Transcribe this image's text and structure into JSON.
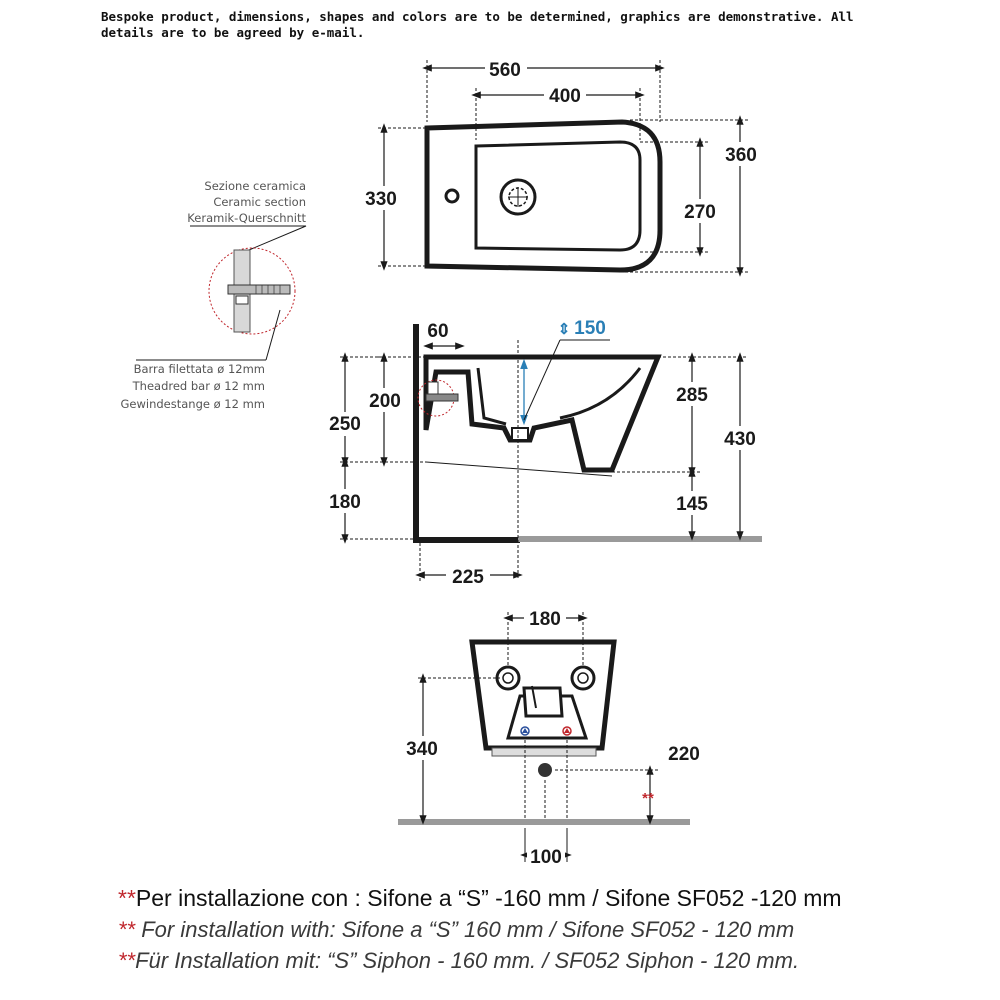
{
  "disclaimer": "Bespoke product, dimensions, shapes and colors are to be determined, graphics are demonstrative. All details are to be agreed by e-mail.",
  "top_view": {
    "width_total": "560",
    "width_inner": "400",
    "depth_total": "360",
    "depth_inner": "270",
    "height_left": "330"
  },
  "section_note": {
    "line1": "Sezione ceramica",
    "line2": "Ceramic section",
    "line3": "Keramik-Querschnitt"
  },
  "bar_note": {
    "line1": "Barra filettata ø 12mm",
    "line2": "Theadred bar ø 12 mm",
    "line3": "Gewindestange ø 12 mm"
  },
  "side_view": {
    "dim_60": "60",
    "dim_150": "150",
    "dim_150_arrow": "⇕",
    "dim_200": "200",
    "dim_250": "250",
    "dim_180": "180",
    "dim_285": "285",
    "dim_430": "430",
    "dim_145": "145",
    "dim_225": "225"
  },
  "front_view": {
    "dim_180": "180",
    "dim_340": "340",
    "dim_220": "220",
    "dim_100": "100",
    "stars": "**"
  },
  "footer": {
    "stars": "**",
    "it": "Per installazione con : Sifone a “S” -160 mm / Sifone SF052 -120 mm",
    "en": " For installation with: Sifone a “S” 160 mm / Sifone SF052 - 120 mm",
    "de": "Für Installation mit: “S” Siphon - 160 mm. /   SF052 Siphon - 120 mm."
  },
  "colors": {
    "line": "#1a1a1a",
    "accent_blue": "#2a7fb6",
    "accent_red": "#c0272d",
    "floor_gray": "#9a9a9a"
  }
}
